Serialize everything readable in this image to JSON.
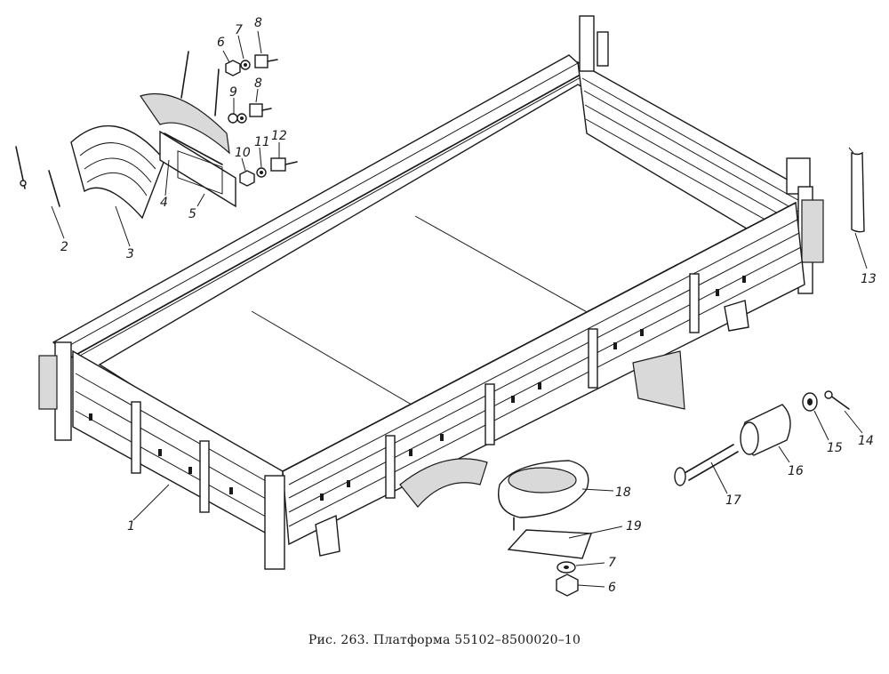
{
  "caption": "Рис. 263. Платформа 55102–8500020–10",
  "callouts": [
    {
      "id": "1",
      "label": "1"
    },
    {
      "id": "2",
      "label": "2"
    },
    {
      "id": "3",
      "label": "3"
    },
    {
      "id": "4",
      "label": "4"
    },
    {
      "id": "5",
      "label": "5"
    },
    {
      "id": "6a",
      "label": "6"
    },
    {
      "id": "7a",
      "label": "7"
    },
    {
      "id": "8a",
      "label": "8"
    },
    {
      "id": "8b",
      "label": "8"
    },
    {
      "id": "9",
      "label": "9"
    },
    {
      "id": "10",
      "label": "10"
    },
    {
      "id": "11",
      "label": "11"
    },
    {
      "id": "12",
      "label": "12"
    },
    {
      "id": "13",
      "label": "13"
    },
    {
      "id": "14",
      "label": "14"
    },
    {
      "id": "15",
      "label": "15"
    },
    {
      "id": "16",
      "label": "16"
    },
    {
      "id": "17",
      "label": "17"
    },
    {
      "id": "18",
      "label": "18"
    },
    {
      "id": "19",
      "label": "19"
    },
    {
      "id": "7b",
      "label": "7"
    },
    {
      "id": "6b",
      "label": "6"
    }
  ]
}
